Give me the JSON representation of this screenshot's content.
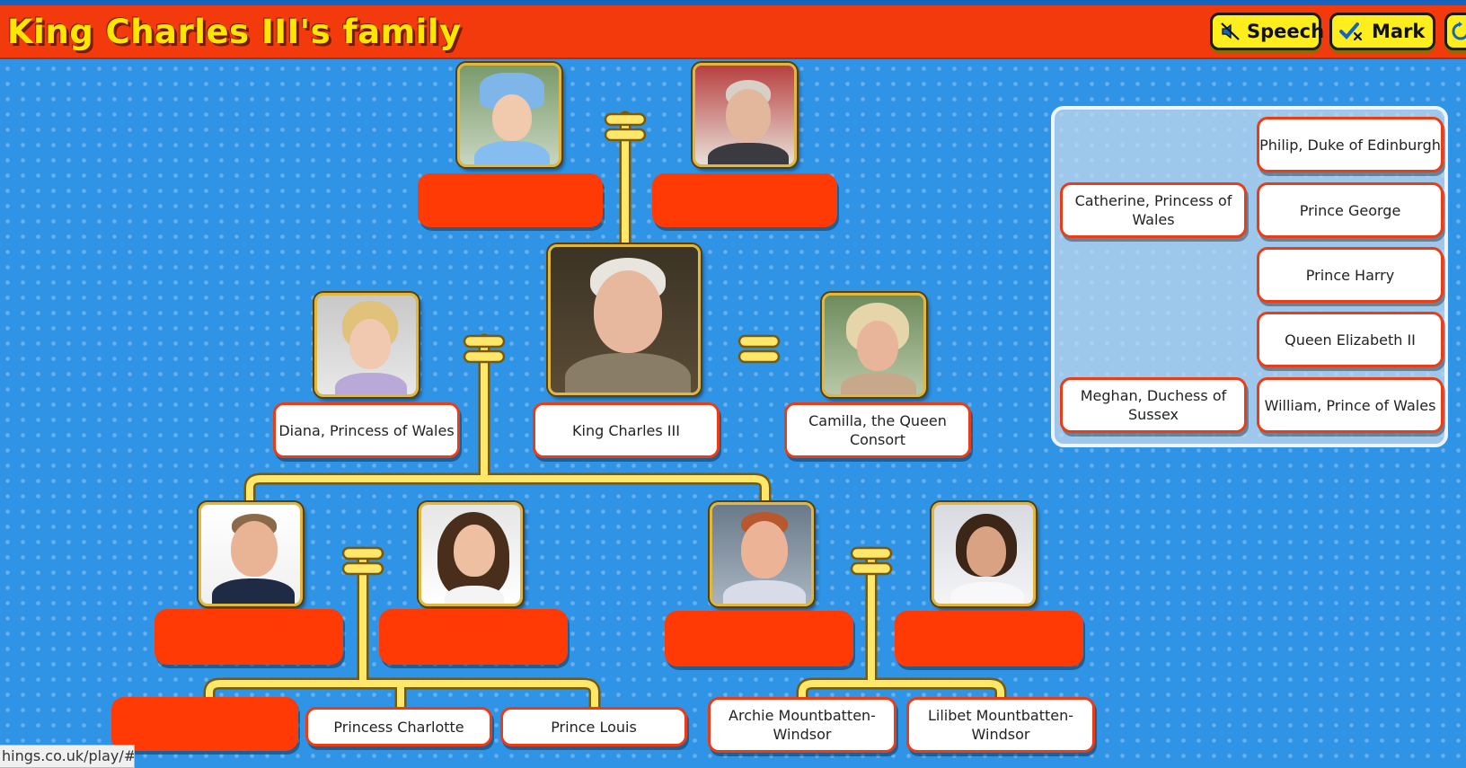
{
  "header": {
    "title": "King Charles III's family",
    "speech_label": "Speech",
    "mark_label": "Mark"
  },
  "tree": {
    "charles": "King Charles III",
    "diana": "Diana, Princess of Wales",
    "camilla": "Camilla, the Queen Consort",
    "charlotte": "Princess Charlotte",
    "louis": "Prince Louis",
    "archie": "Archie Mountbatten-Windsor",
    "lilibet": "Lilibet Mountbatten-Windsor"
  },
  "bank": {
    "items": [
      "Philip, Duke of Edinburgh",
      "Catherine, Princess of Wales",
      "Prince George",
      "Prince Harry",
      "Queen Elizabeth II",
      "Meghan, Duchess of Sussex",
      "William, Prince of Wales"
    ]
  },
  "status": {
    "url": "hings.co.uk/play/#"
  },
  "colors": {
    "header": "#f23a0c",
    "title": "#ffe600",
    "background": "#2f93e6",
    "slot": "#ff3a04",
    "connector": "#ffe76a",
    "button": "#ffee1e"
  }
}
